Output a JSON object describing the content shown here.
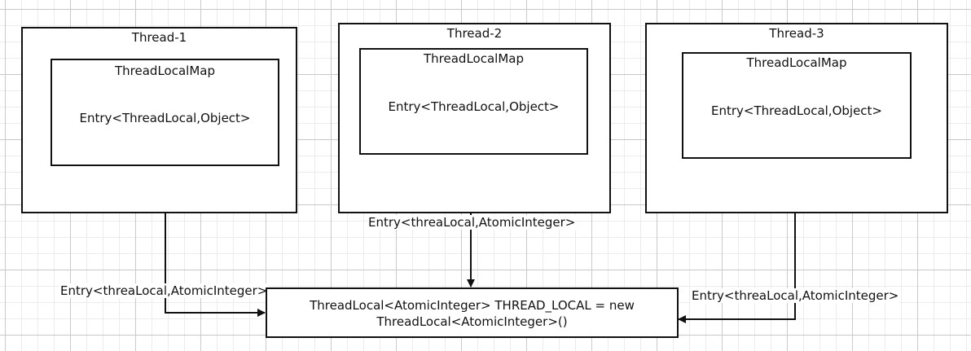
{
  "threads": [
    {
      "title": "Thread-1",
      "map_title": "ThreadLocalMap",
      "entry": "Entry<ThreadLocal,Object>"
    },
    {
      "title": "Thread-2",
      "map_title": "ThreadLocalMap",
      "entry": "Entry<ThreadLocal,Object>"
    },
    {
      "title": "Thread-3",
      "map_title": "ThreadLocalMap",
      "entry": "Entry<ThreadLocal,Object>"
    }
  ],
  "edges": [
    {
      "label": "Entry<threaLocal,AtomicInteger>"
    },
    {
      "label": "Entry<threaLocal,AtomicInteger>"
    },
    {
      "label": "Entry<threaLocal,AtomicInteger>"
    }
  ],
  "target": {
    "line1": "ThreadLocal<AtomicInteger> THREAD_LOCAL = new",
    "line2": "ThreadLocal<AtomicInteger>()"
  }
}
